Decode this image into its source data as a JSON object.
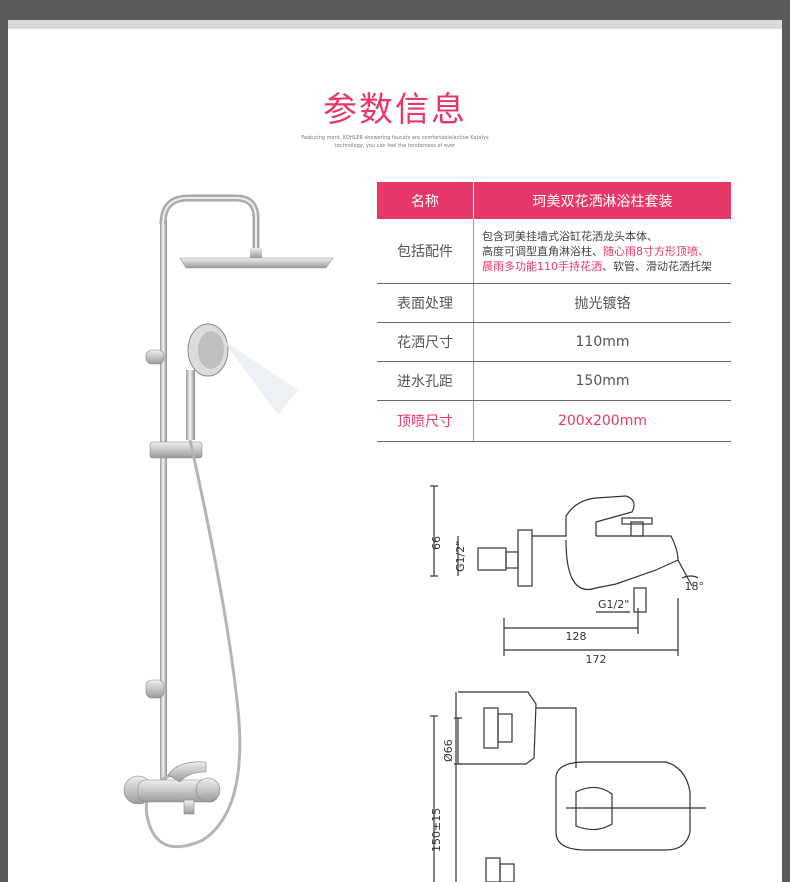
{
  "header": {
    "title": "参数信息",
    "subtitle_line1": "Featuring ment, KOHLER showering faucets are comfortable/active Katalys",
    "subtitle_line2": "technology, you can feel the tenderness of ever"
  },
  "spec_table": {
    "col_name": "名称",
    "col_value": "珂美双花洒淋浴柱套装",
    "parts_label": "包括配件",
    "parts_line1": "包含珂美挂墙式浴缸花洒龙头本体、",
    "parts_line2_a": "高度可调型直角淋浴柱、",
    "parts_line2_b": "随心雨8寸方形顶喷、",
    "parts_line3_a": "晨雨多功能110手持花洒",
    "parts_line3_b": "、软管、滑动花洒托架",
    "rows": [
      {
        "label": "表面处理",
        "value": "抛光镀铬"
      },
      {
        "label": "花洒尺寸",
        "value": "110mm"
      },
      {
        "label": "进水孔距",
        "value": "150mm"
      },
      {
        "label": "顶喷尺寸",
        "value": "200x200mm"
      }
    ]
  },
  "drawing": {
    "dim_66": "66",
    "dim_g12_a": "G1/2\"",
    "dim_g12_b": "G1/2\"",
    "dim_18deg": "18°",
    "dim_128": "128",
    "dim_172": "172",
    "dim_d66": "Ø66",
    "dim_150": "150±15"
  }
}
